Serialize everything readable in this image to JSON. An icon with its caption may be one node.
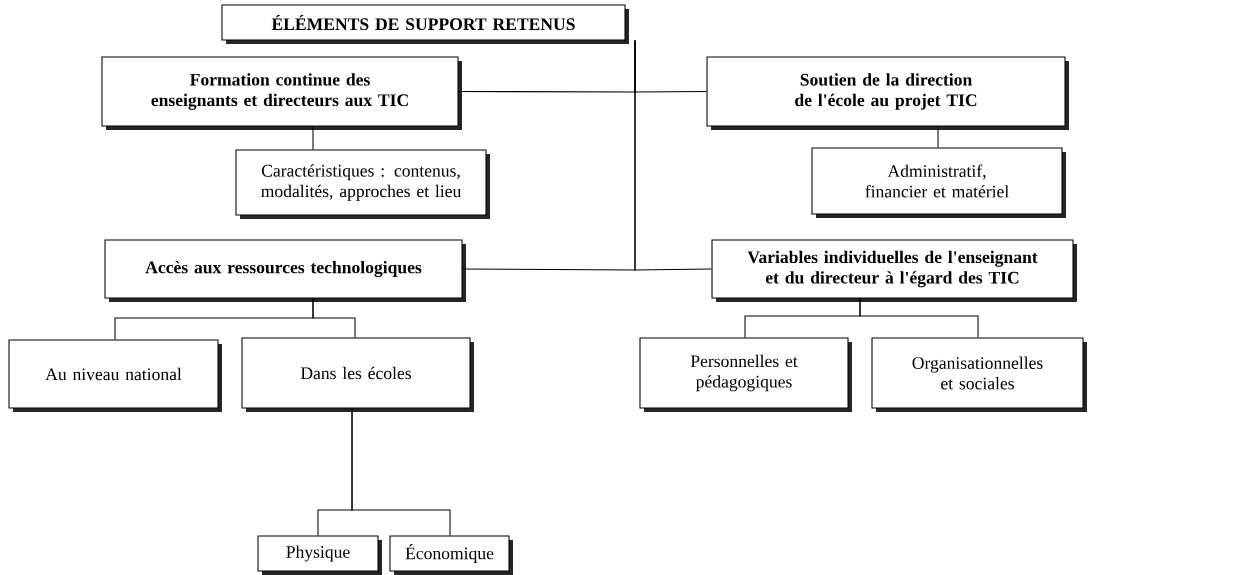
{
  "diagram": {
    "nodes": [
      {
        "text": [
          "ÉLÉMENTS DE SUPPORT RETENUS"
        ]
      },
      {
        "text": [
          "Formation continue des enseignants et directeurs aux TIC"
        ]
      },
      {
        "text": [
          "Soutien de la direction de l'école au projet TIC"
        ]
      },
      {
        "text": [
          "Caractéristiques : contenus, modalités, approches et lieu"
        ]
      },
      {
        "text": [
          "Administratif, financier et matériel"
        ]
      },
      {
        "text": [
          "Accès aux ressources technologiques"
        ]
      },
      {
        "text": [
          "Variables individuelles de l'enseignant et du directeur à l'égard des TIC"
        ]
      },
      {
        "text": [
          "Au niveau national"
        ]
      },
      {
        "text": [
          "Dans les écoles"
        ]
      },
      {
        "text": [
          "Personnelles et pédagogiques"
        ]
      },
      {
        "text": [
          "Organisationnelles et sociales"
        ]
      },
      {
        "text": [
          "Physique"
        ]
      },
      {
        "text": [
          "Économique"
        ]
      }
    ],
    "edges": [
      {
        "from": 0,
        "to": 1,
        "arrow": "none"
      },
      {
        "from": 0,
        "to": 2,
        "arrow": "none"
      },
      {
        "from": 0,
        "to": 5,
        "arrow": "none"
      },
      {
        "from": 0,
        "to": 6,
        "arrow": "none"
      },
      {
        "from": 1,
        "to": 3,
        "arrow": "none"
      },
      {
        "from": 2,
        "to": 4,
        "arrow": "none"
      },
      {
        "from": 5,
        "to": 7,
        "arrow": "none"
      },
      {
        "from": 5,
        "to": 8,
        "arrow": "none"
      },
      {
        "from": 6,
        "to": 9,
        "arrow": "none"
      },
      {
        "from": 6,
        "to": 10,
        "arrow": "none"
      },
      {
        "from": 8,
        "to": 11,
        "arrow": "none"
      },
      {
        "from": 8,
        "to": 12,
        "arrow": "none"
      }
    ]
  }
}
